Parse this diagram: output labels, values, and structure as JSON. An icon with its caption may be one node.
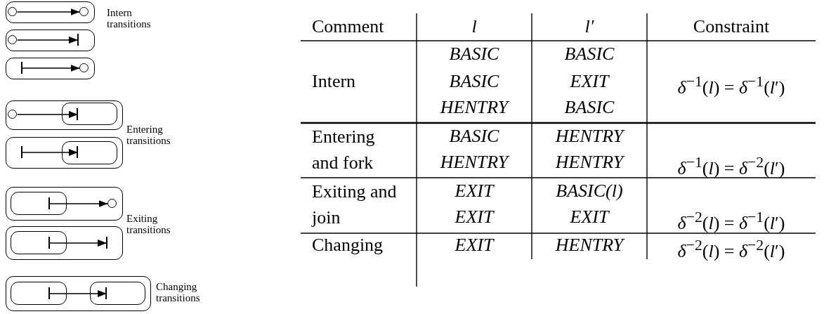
{
  "diagram": {
    "nodes": [
      {
        "text": [],
        "shape": "box"
      },
      {
        "text": [],
        "shape": "circle",
        "in": 0
      },
      {
        "text": [],
        "shape": "circle",
        "in": 0
      },
      {
        "text": [],
        "shape": "box"
      },
      {
        "text": [],
        "shape": "circle",
        "in": 3
      },
      {
        "text": [],
        "shape": "bar",
        "in": 3
      },
      {
        "text": [],
        "shape": "box"
      },
      {
        "text": [],
        "shape": "bar",
        "in": 6
      },
      {
        "text": [],
        "shape": "circle",
        "in": 6
      },
      {
        "text": [],
        "shape": "box"
      },
      {
        "text": [],
        "shape": "circle",
        "in": 9
      },
      {
        "text": [],
        "shape": "box",
        "in": 9
      },
      {
        "text": [],
        "shape": "bar",
        "in": 11
      },
      {
        "text": [],
        "shape": "box"
      },
      {
        "text": [],
        "shape": "bar",
        "in": 13
      },
      {
        "text": [],
        "shape": "box",
        "in": 13
      },
      {
        "text": [],
        "shape": "bar",
        "in": 15
      },
      {
        "text": [],
        "shape": "box"
      },
      {
        "text": [],
        "shape": "box",
        "in": 17
      },
      {
        "text": [],
        "shape": "bar",
        "in": 18
      },
      {
        "text": [],
        "shape": "circle",
        "in": 17
      },
      {
        "text": [],
        "shape": "box"
      },
      {
        "text": [],
        "shape": "box",
        "in": 21
      },
      {
        "text": [],
        "shape": "bar",
        "in": 22
      },
      {
        "text": [],
        "shape": "bar",
        "in": 21
      },
      {
        "text": [],
        "shape": "box"
      },
      {
        "text": [],
        "shape": "box",
        "in": 25
      },
      {
        "text": [],
        "shape": "bar",
        "in": 26
      },
      {
        "text": [],
        "shape": "box",
        "in": 25
      },
      {
        "text": [],
        "shape": "bar",
        "in": 28
      }
    ],
    "edges": [
      {
        "from": 1,
        "to": 2,
        "arrow": "to"
      },
      {
        "from": 4,
        "to": 5,
        "arrow": "to"
      },
      {
        "from": 7,
        "to": 8,
        "arrow": "to"
      },
      {
        "from": 10,
        "to": 12,
        "arrow": "to"
      },
      {
        "from": 14,
        "to": 16,
        "arrow": "to"
      },
      {
        "from": 19,
        "to": 20,
        "arrow": "to"
      },
      {
        "from": 23,
        "to": 24,
        "arrow": "to"
      },
      {
        "from": 27,
        "to": 29,
        "arrow": "to"
      }
    ],
    "labels": [
      "Intern transitions",
      "Entering transitions",
      "Exiting transitions",
      "Changing transitions",
      "Comment",
      "l",
      "l′",
      "Constraint",
      "BASIC",
      "BASIC",
      "Intern",
      "BASIC",
      "EXIT",
      "*δ*$^{−1}$(*l*) = *δ*$^{−1}$(*l*′)",
      "HENTRY",
      "BASIC",
      "Entering and fork",
      "BASIC",
      "HENTRY",
      "HENTRY",
      "HENTRY",
      "*δ*$^{−1}$(*l*) = *δ*$^{−2}$(*l*′)",
      "Exiting and join",
      "EXIT",
      "BASIC(l)",
      "EXIT",
      "EXIT",
      "*δ*$^{−2}$(*l*) = *δ*$^{−1}$(*l*′)",
      "Changing",
      "EXIT",
      "HENTRY",
      "*δ*$^{−2}$(*l*) = *δ*$^{−2}$(*l*′)"
    ]
  }
}
